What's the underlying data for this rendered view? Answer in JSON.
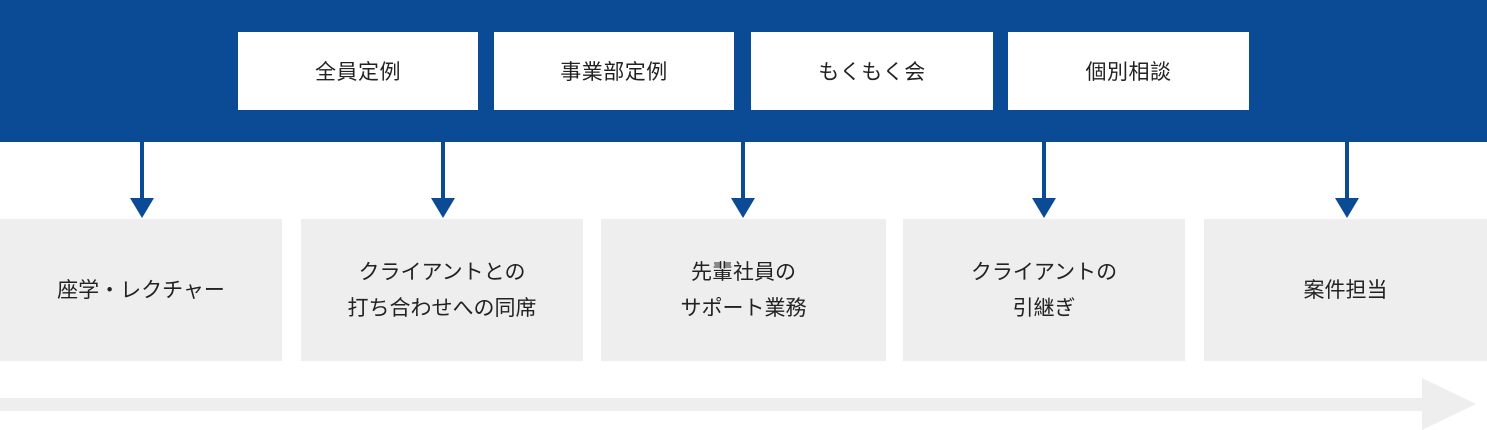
{
  "header": {
    "tags": [
      {
        "label": "全員定例"
      },
      {
        "label": "事業部定例"
      },
      {
        "label": "もくもく会"
      },
      {
        "label": "個別相談"
      }
    ]
  },
  "steps": [
    {
      "lines": [
        "座学・レクチャー"
      ]
    },
    {
      "lines": [
        "クライアントとの",
        "打ち合わせへの同席"
      ]
    },
    {
      "lines": [
        "先輩社員の",
        "サポート業務"
      ]
    },
    {
      "lines": [
        "クライアントの",
        "引継ぎ"
      ]
    },
    {
      "lines": [
        "案件担当"
      ]
    }
  ],
  "colors": {
    "band": "#0b4a94",
    "box": "#eeeeee",
    "timeline": "#eeeeee"
  }
}
